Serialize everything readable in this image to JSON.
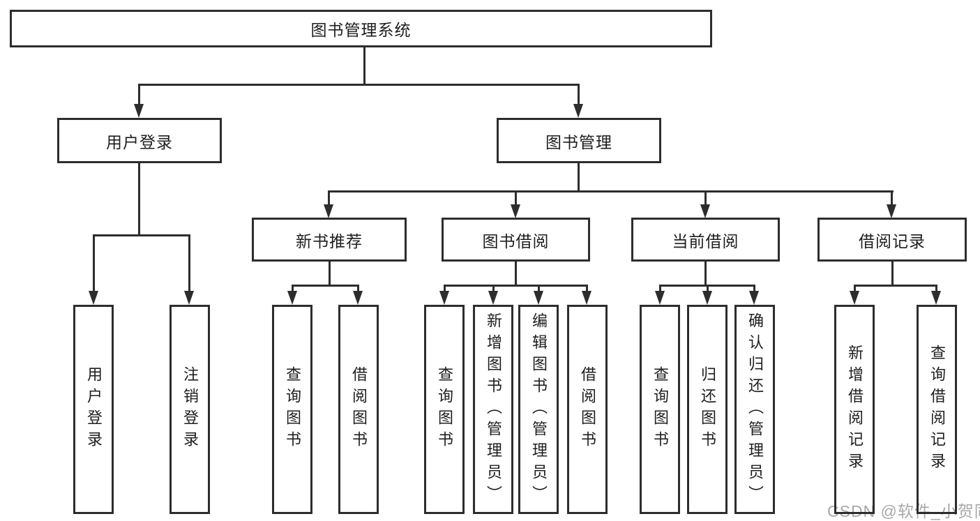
{
  "tree": {
    "label": "图书管理系统",
    "children": [
      {
        "label": "用户登录",
        "children": [
          {
            "label": "用户登录"
          },
          {
            "label": "注销登录"
          }
        ]
      },
      {
        "label": "图书管理",
        "children": [
          {
            "label": "新书推荐",
            "children": [
              {
                "label": "查询图书"
              },
              {
                "label": "借阅图书"
              }
            ]
          },
          {
            "label": "图书借阅",
            "children": [
              {
                "label": "查询图书"
              },
              {
                "label": "新增图书（管理员）"
              },
              {
                "label": "编辑图书（管理员）"
              },
              {
                "label": "借阅图书"
              }
            ]
          },
          {
            "label": "当前借阅",
            "children": [
              {
                "label": "查询图书"
              },
              {
                "label": "归还图书"
              },
              {
                "label": "确认归还（管理员）"
              }
            ]
          },
          {
            "label": "借阅记录",
            "children": [
              {
                "label": "新增借阅记录"
              },
              {
                "label": "查询借阅记录"
              }
            ]
          }
        ]
      }
    ]
  },
  "watermark": {
    "text": "CSDN @软件_小贺同学"
  },
  "colors": {
    "line": "#2d2d2d",
    "box_border": "#2d2d2d",
    "text": "#1e1e1e",
    "watermark": "#a8a8a8",
    "background": "#ffffff"
  }
}
